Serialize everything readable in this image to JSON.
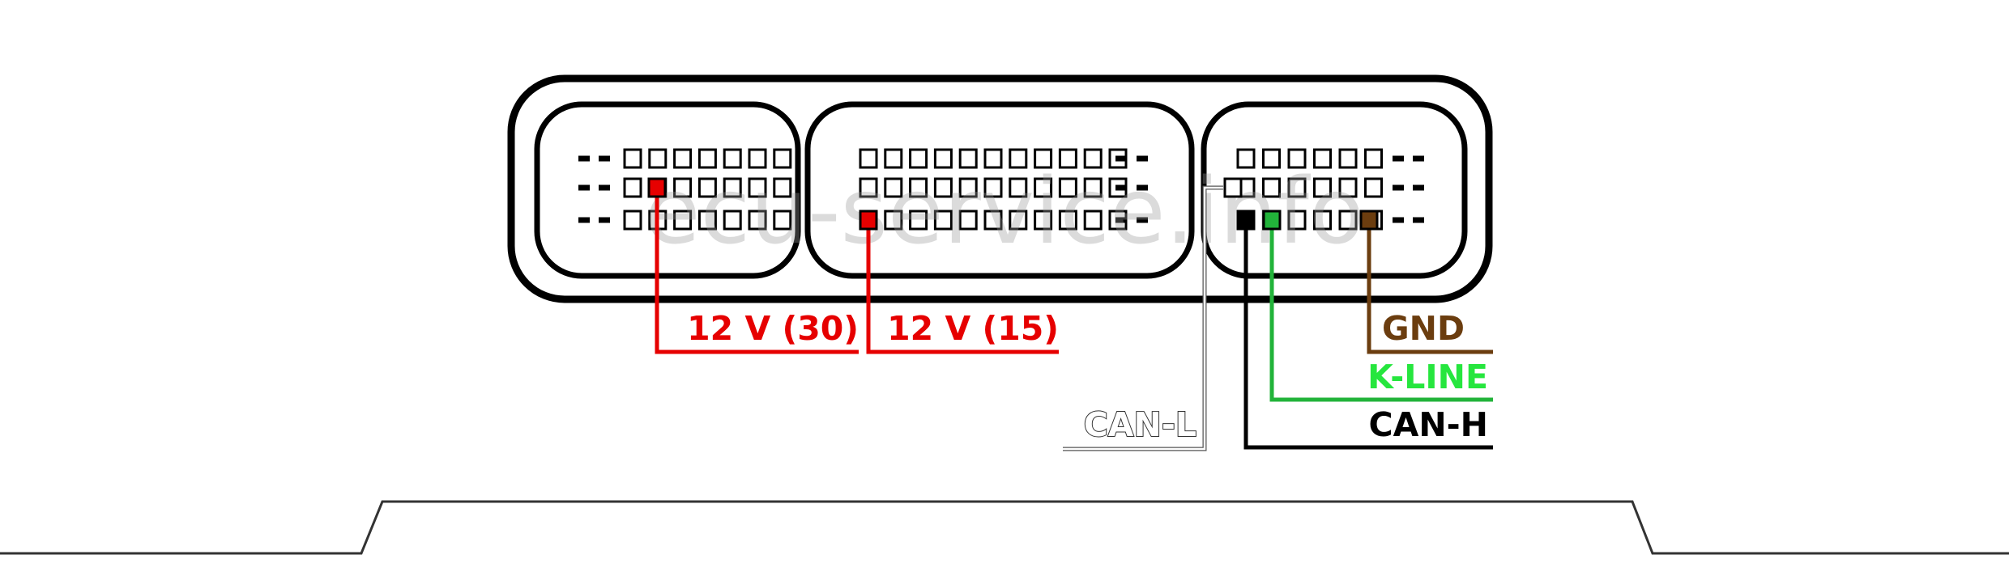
{
  "watermark": "ecu-service.info",
  "labels": {
    "v30": "12 V (30)",
    "v15": "12 V (15)",
    "gnd": "GND",
    "kline": "K-LINE",
    "canh": "CAN-H",
    "canl": "CAN-L"
  },
  "colors": {
    "power": "#e60000",
    "gnd": "#6b3d0f",
    "kline": "#22b33a",
    "kline_text": "#26e63e",
    "canh": "#000000",
    "canl": "#ffffff"
  }
}
